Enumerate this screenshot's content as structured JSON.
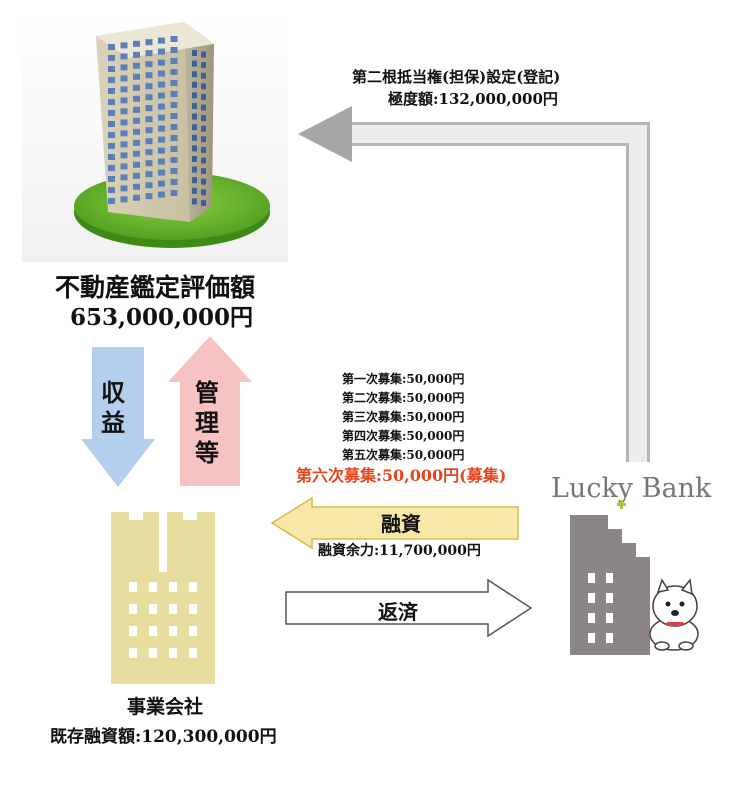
{
  "lien": {
    "line1": "第二根抵当権(担保)設定(登記)",
    "line2": "極度額:132,000,000円"
  },
  "property": {
    "title": "不動産鑑定評価額",
    "value": "653,000,000円"
  },
  "arrows": {
    "income": "収益",
    "management": "管理等",
    "financing": "融資",
    "financing_remaining": "融資余力:11,700,000円",
    "repayment": "返済"
  },
  "rounds": [
    "第一次募集:50,000円",
    "第二次募集:50,000円",
    "第三次募集:50,000円",
    "第四次募集:50,000円",
    "第五次募集:50,000円"
  ],
  "current_round": "第六次募集:50,000円(募集)",
  "lender": {
    "brand_part1": "Lucky ",
    "brand_part2": "Bank"
  },
  "company": {
    "name": "事業会社",
    "existing_loan": "既存融資額:120,300,000円"
  },
  "colors": {
    "income_arrow": "#b4cfee",
    "management_arrow": "#f6c3c2",
    "highlight": "#e5461b",
    "financing_arrow": "#f7e7a8",
    "company_building": "#e6dd9f",
    "lender_building": "#8c8588",
    "brand_text": "#777777",
    "brand_accent": "#b5c33b"
  },
  "icons": [
    "tower-building-icon",
    "company-building-icon",
    "lender-building-icon",
    "dog-icon"
  ]
}
